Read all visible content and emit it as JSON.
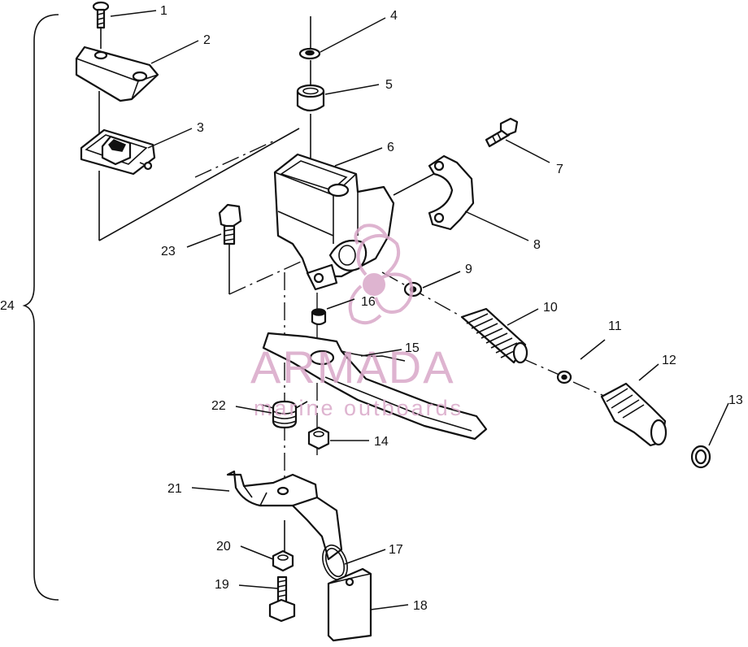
{
  "watermark": {
    "brand": "ARMADA",
    "tagline": "marine outboards",
    "color": "#d9a7c8"
  },
  "callouts": [
    {
      "id": "1",
      "label": "1"
    },
    {
      "id": "2",
      "label": "2"
    },
    {
      "id": "3",
      "label": "3"
    },
    {
      "id": "4",
      "label": "4"
    },
    {
      "id": "5",
      "label": "5"
    },
    {
      "id": "6",
      "label": "6"
    },
    {
      "id": "7",
      "label": "7"
    },
    {
      "id": "8",
      "label": "8"
    },
    {
      "id": "9",
      "label": "9"
    },
    {
      "id": "10",
      "label": "10"
    },
    {
      "id": "11",
      "label": "11"
    },
    {
      "id": "12",
      "label": "12"
    },
    {
      "id": "13",
      "label": "13"
    },
    {
      "id": "14",
      "label": "14"
    },
    {
      "id": "15",
      "label": "15"
    },
    {
      "id": "16",
      "label": "16"
    },
    {
      "id": "17",
      "label": "17"
    },
    {
      "id": "18",
      "label": "18"
    },
    {
      "id": "19",
      "label": "19"
    },
    {
      "id": "20",
      "label": "20"
    },
    {
      "id": "21",
      "label": "21"
    },
    {
      "id": "22",
      "label": "22"
    },
    {
      "id": "23",
      "label": "23"
    },
    {
      "id": "24",
      "label": "24"
    }
  ]
}
